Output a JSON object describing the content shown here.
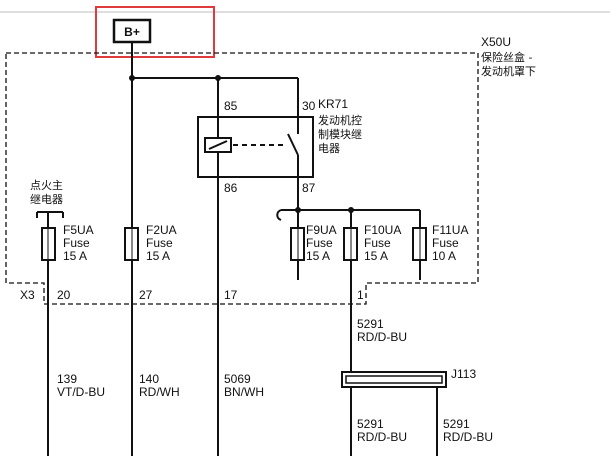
{
  "supply": {
    "label": "B+"
  },
  "fusebox": {
    "code": "X50U",
    "name_line1": "保险丝盒 -",
    "name_line2": "发动机罩下"
  },
  "relay": {
    "code": "KR71",
    "name_line1": "发动机控",
    "name_line2": "制模块继",
    "name_line3": "电器",
    "pin_85": "85",
    "pin_30": "30",
    "pin_86": "86",
    "pin_87": "87"
  },
  "ignition_relay": {
    "line1": "点火主",
    "line2": "继电器"
  },
  "fuses": [
    {
      "name": "F5UA",
      "type": "Fuse",
      "rating": "15 A"
    },
    {
      "name": "F2UA",
      "type": "Fuse",
      "rating": "15 A"
    },
    {
      "name": "F9UA",
      "type": "Fuse",
      "rating": "15 A"
    },
    {
      "name": "F10UA",
      "type": "Fuse",
      "rating": "15 A"
    },
    {
      "name": "F11UA",
      "type": "Fuse",
      "rating": "10 A"
    }
  ],
  "connector": {
    "code": "X3",
    "pins": [
      "20",
      "27",
      "17",
      "1"
    ]
  },
  "wires": [
    {
      "circuit": "139",
      "color": "VT/D-BU"
    },
    {
      "circuit": "140",
      "color": "RD/WH"
    },
    {
      "circuit": "5069",
      "color": "BN/WH"
    },
    {
      "circuit": "5291",
      "color": "RD/D-BU"
    }
  ],
  "splice": {
    "code": "J113",
    "out_left": {
      "circuit": "5291",
      "color": "RD/D-BU"
    },
    "out_right": {
      "circuit": "5291",
      "color": "RD/D-BU"
    }
  },
  "highlight_color": "#e0393e"
}
